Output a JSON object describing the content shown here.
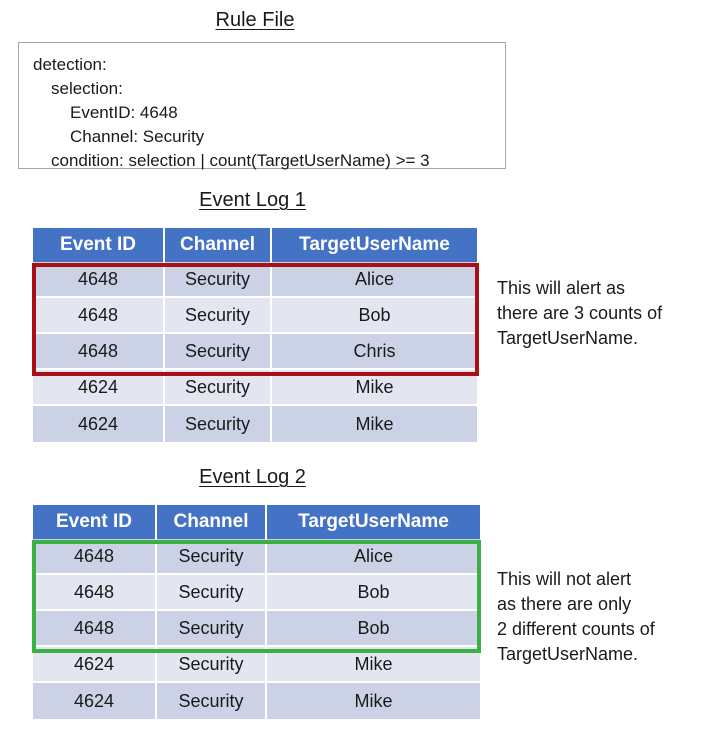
{
  "rule_file": {
    "title": "Rule File",
    "lines": [
      "detection:",
      "selection:",
      "EventID: 4648",
      "Channel: Security",
      "condition: selection | count(TargetUserName) >= 3"
    ]
  },
  "event_log_1": {
    "title": "Event Log 1",
    "columns": [
      "Event ID",
      "Channel",
      "TargetUserName"
    ],
    "rows": [
      [
        "4648",
        "Security",
        "Alice"
      ],
      [
        "4648",
        "Security",
        "Bob"
      ],
      [
        "4648",
        "Security",
        "Chris"
      ],
      [
        "4624",
        "Security",
        "Mike"
      ],
      [
        "4624",
        "Security",
        "Mike"
      ]
    ],
    "highlight": {
      "color": "#a91016",
      "row_start": 0,
      "row_end": 2
    },
    "annotation": "This will alert as\nthere are 3 counts of\nTargetUserName."
  },
  "event_log_2": {
    "title": "Event Log 2",
    "columns": [
      "Event ID",
      "Channel",
      "TargetUserName"
    ],
    "rows": [
      [
        "4648",
        "Security",
        "Alice"
      ],
      [
        "4648",
        "Security",
        "Bob"
      ],
      [
        "4648",
        "Security",
        "Bob"
      ],
      [
        "4624",
        "Security",
        "Mike"
      ],
      [
        "4624",
        "Security",
        "Mike"
      ]
    ],
    "highlight": {
      "color": "#3bb143",
      "row_start": 0,
      "row_end": 2
    },
    "annotation": "This will not alert\nas there are only\n2 different counts of\nTargetUserName."
  },
  "colors": {
    "header_blue": "#4472c4",
    "row_dark": "#ccd2e6",
    "row_light": "#e3e6f1",
    "alert_red": "#a91016",
    "no_alert_green": "#3bb143",
    "box_border": "#a6a6a6"
  }
}
